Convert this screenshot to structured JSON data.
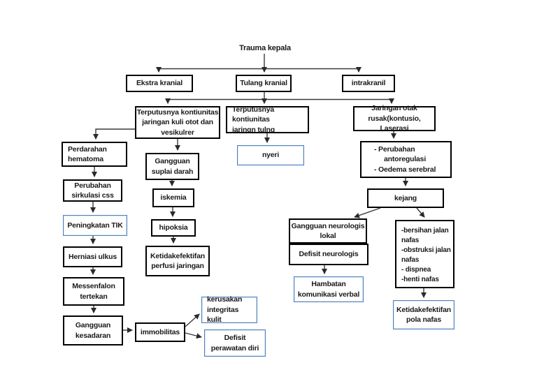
{
  "colors": {
    "box_border_black": "#000000",
    "box_border_blue": "#4f81bd",
    "connector": "#3a3a3a"
  },
  "diagram": {
    "title": "Trauma kepala",
    "nodes": {
      "ekstra_kranial": {
        "label": "Ekstra kranial"
      },
      "tulang_kranial": {
        "label": "Tulang kranial"
      },
      "intrakranil": {
        "label": "intrakranil"
      },
      "terputus_kulit": {
        "lines": [
          "Terputusnya kontiunitas",
          "jaringan kuli otot dan",
          "vesikulrer"
        ]
      },
      "terputus_tulang": {
        "lines": [
          "Terputusnya kontiunitas",
          "jaringn tulng"
        ]
      },
      "jaringan_otak": {
        "lines": [
          "Jaringan otak",
          "rusak(kontusio, Laserasi"
        ]
      },
      "perdarahan_hematoma": {
        "lines": [
          "Perdarahan",
          "hematoma"
        ]
      },
      "gangguan_suplai_darah": {
        "lines": [
          "Gangguan",
          "suplai darah"
        ]
      },
      "nyeri": {
        "label": "nyeri"
      },
      "antoregulasi": {
        "lines": [
          "- Perubahan antoregulasi",
          "- Oedema serebral"
        ]
      },
      "perubahan_sirkulasi": {
        "lines": [
          "Perubahan",
          "sirkulasi css"
        ]
      },
      "peningkatan_tik": {
        "label": "Peningkatan TIK"
      },
      "iskemia": {
        "label": "iskemia"
      },
      "kejang": {
        "label": "kejang"
      },
      "hipoksia": {
        "label": "hipoksia"
      },
      "gangguan_neurologis_lokal": {
        "lines": [
          "Gangguan neurologis",
          "lokal"
        ]
      },
      "defisit_neurologis": {
        "label": "Defisit neurologis"
      },
      "nafas_list": {
        "lines": [
          "-bersihan jalan nafas",
          "-obstruksi jalan nafas",
          "- dispnea",
          "-henti nafas"
        ]
      },
      "herniasi_ulkus": {
        "label": "Herniasi ulkus"
      },
      "ketidakefektifan_perfusi": {
        "lines": [
          "Ketidakefektifan",
          "perfusi jaringan"
        ]
      },
      "messenfalon": {
        "lines": [
          "Messenfalon",
          "tertekan"
        ]
      },
      "hambatan_komunikasi": {
        "lines": [
          "Hambatan",
          "komunikasi verbal"
        ]
      },
      "ketidakefektifan_pola_nafas": {
        "lines": [
          "Ketidakefektifan",
          "pola nafas"
        ]
      },
      "gangguan_kesadaran": {
        "lines": [
          "Gangguan",
          "kesadaran"
        ]
      },
      "immobilitas": {
        "label": "immobilitas"
      },
      "kerusakan_integritas": {
        "lines": [
          "kerusakan",
          "integritas kulit"
        ]
      },
      "defisit_perawatan": {
        "lines": [
          "Defisit",
          "perawatan diri"
        ]
      }
    }
  }
}
